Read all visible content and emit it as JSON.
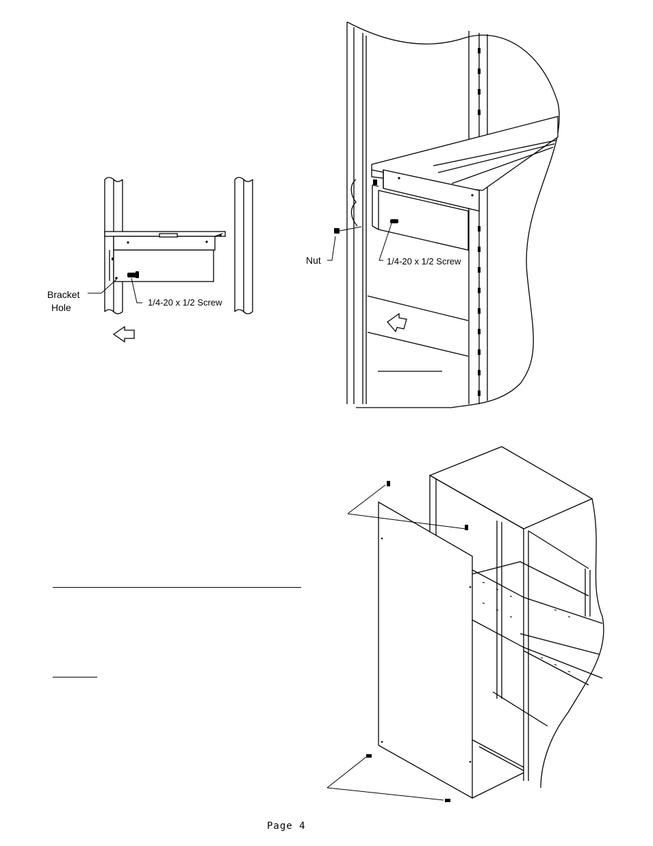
{
  "figure_left": {
    "labels": {
      "bracket_hole_line1": "Bracket",
      "bracket_hole_line2": "Hole",
      "screw": "1/4-20 x 1/2 Screw"
    }
  },
  "figure_right": {
    "labels": {
      "nut": "Nut",
      "screw": "1/4-20 x 1/2 Screw"
    }
  },
  "footer": {
    "page_label": "Page 4"
  }
}
